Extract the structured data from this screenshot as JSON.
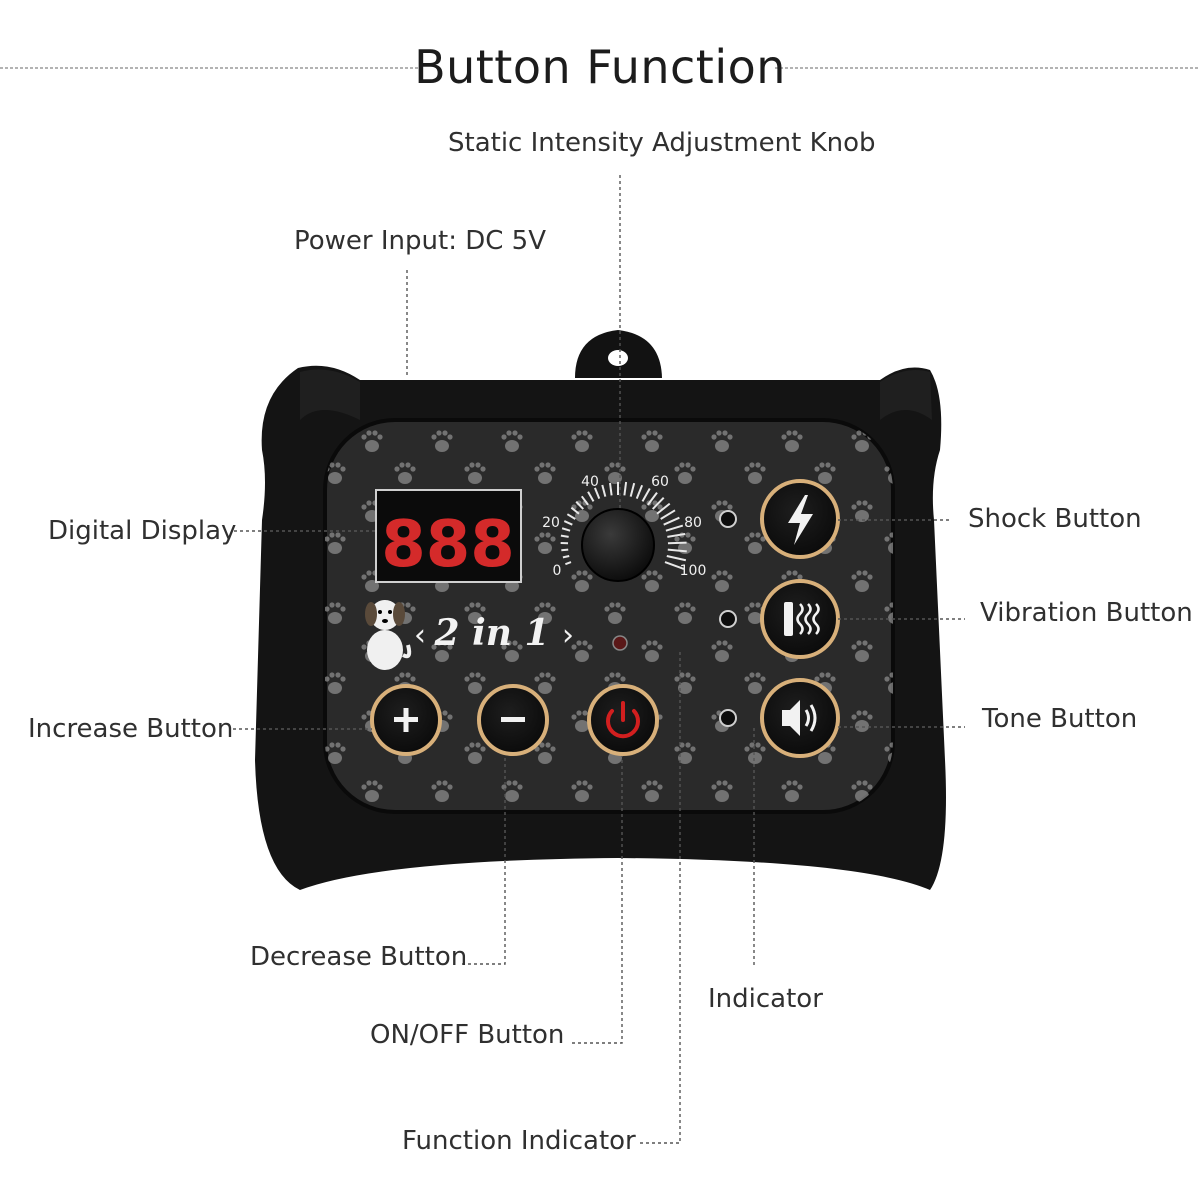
{
  "title": "Button Function",
  "labels": {
    "knob": "Static Intensity Adjustment Knob",
    "power": "Power Input: DC 5V",
    "display": "Digital Display",
    "increase": "Increase Button",
    "decrease": "Decrease Button",
    "onoff": "ON/OFF Button",
    "function_indicator": "Function Indicator",
    "shock": "Shock Button",
    "vibration": "Vibration Button",
    "tone": "Tone Button",
    "indicator": "Indicator"
  },
  "device": {
    "display_digits": "888",
    "brand_text": "2 in 1",
    "dial_ticks": [
      "0",
      "20",
      "40",
      "60",
      "80",
      "100"
    ],
    "colors": {
      "body": "#141414",
      "panel": "#2a2a2a",
      "ring_gold": "#d8b07a",
      "display_red": "#d42a2a",
      "power_red": "#d21f1f"
    }
  },
  "icons": {
    "increase": "plus-icon",
    "decrease": "minus-icon",
    "power": "power-icon",
    "shock": "lightning-icon",
    "vibration": "vibration-icon",
    "tone": "speaker-icon",
    "mascot": "dog-icon"
  }
}
